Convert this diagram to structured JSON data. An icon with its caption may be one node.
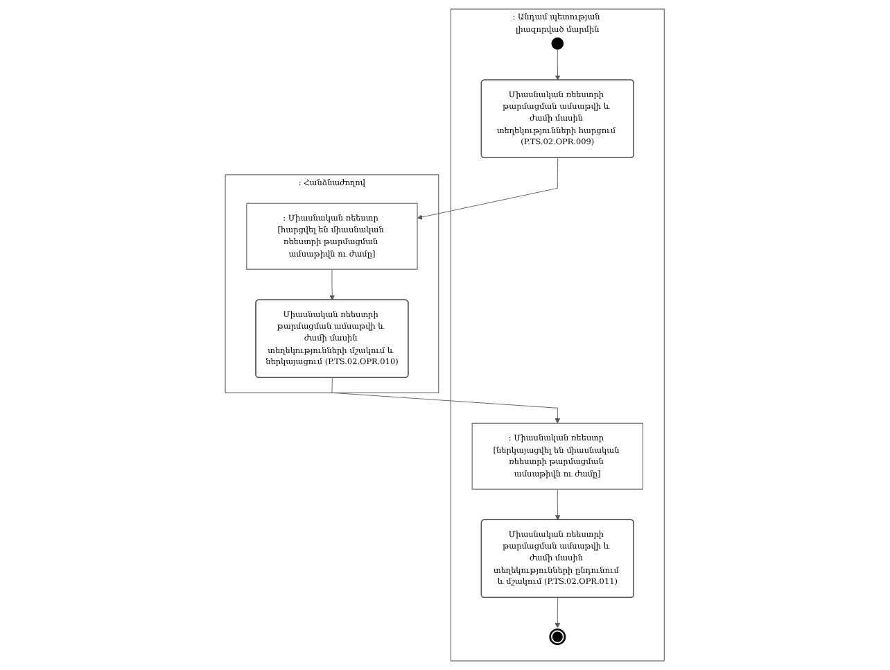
{
  "diagram": {
    "nodes": [
      {
        "text": [
          ": Անդամ պետության լիազորված մարմին"
        ]
      },
      {
        "text": [],
        "shape": "circle",
        "in": 0
      },
      {
        "text": [
          "Միասնական ռեեստրի թարմացման ամսաթվի և ժամի մասին տեղեկությունների հարցում (P.TS.02.OPR.009)"
        ],
        "in": 0
      },
      {
        "text": [
          ": Միասնական ռեեստր [ներկայացվել են միասնական ռեեստրի թարմացման ամսաթիվն ու ժամը]"
        ],
        "in": 0
      },
      {
        "text": [
          "Միասնական ռեեստրի թարմացման ամսաթվի և ժամի մասին տեղեկությունների ընդունում և մշակում (P.TS.02.OPR.011)"
        ],
        "in": 0
      },
      {
        "text": [],
        "shape": "circle",
        "in": 0
      },
      {
        "text": [
          ": Հանձնաժողով"
        ]
      },
      {
        "text": [
          ": Միասնական ռեեստր [հարցվել են միասնական ռեեստրի թարմացման ամսաթիվն ու ժամը]"
        ],
        "in": 6
      },
      {
        "text": [
          "Միասնական ռեեստրի թարմացման ամսաթվի և ժամի մասին տեղեկությունների մշակում և ներկայացում (P.TS.02.OPR.010)"
        ],
        "in": 6
      }
    ],
    "edges": [
      {
        "from": 1,
        "to": 2,
        "arrow": "to"
      },
      {
        "from": 2,
        "to": 7,
        "arrow": "to"
      },
      {
        "from": 7,
        "to": 8,
        "arrow": "to"
      },
      {
        "from": 8,
        "to": 3,
        "arrow": "to"
      },
      {
        "from": 3,
        "to": 4,
        "arrow": "to"
      },
      {
        "from": 4,
        "to": 5,
        "arrow": "to"
      }
    ]
  }
}
